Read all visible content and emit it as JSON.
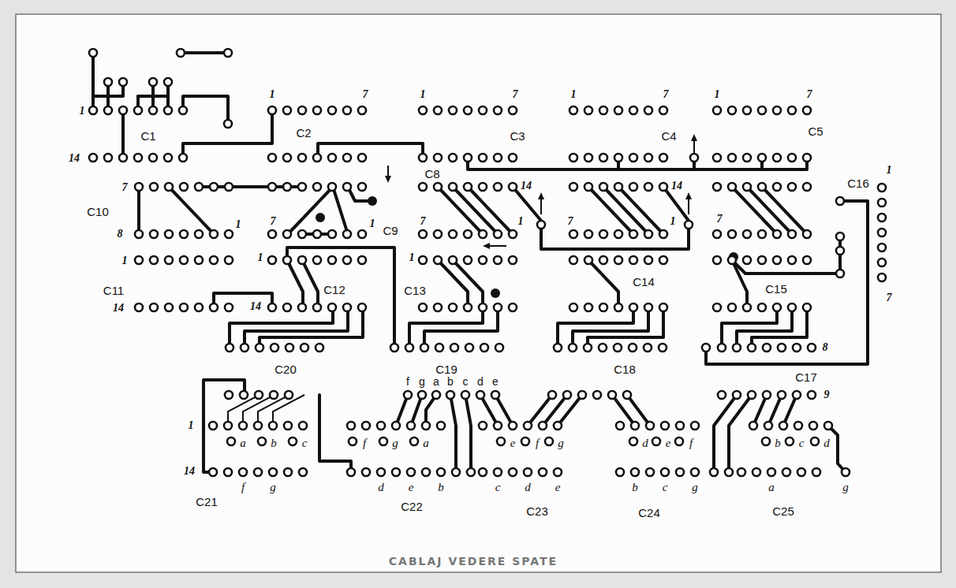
{
  "diagram": {
    "caption": "CABLAJ VEDERE SPATE",
    "labels": [
      "1",
      "14",
      "C1",
      "1",
      "7",
      "C2",
      "1",
      "7",
      "C3",
      "1",
      "7",
      "C4",
      "1",
      "7",
      "C5",
      "7",
      "C10",
      "8",
      "1",
      "7",
      "1",
      "C9",
      "C8",
      "14",
      "7",
      "1",
      "7",
      "1",
      "14",
      "7",
      "C16",
      "1",
      "7",
      "1",
      "C11",
      "14",
      "1",
      "C12",
      "14",
      "1",
      "C13",
      "C14",
      "C15",
      "C20",
      "C19",
      "C18",
      "8",
      "C17",
      "f",
      "g",
      "a",
      "b",
      "c",
      "d",
      "e",
      "9",
      "1",
      "a",
      "b",
      "c",
      "14",
      "C21",
      "f",
      "g",
      "f",
      "g",
      "a",
      "d",
      "e",
      "b",
      "C22",
      "e",
      "f",
      "g",
      "c",
      "d",
      "e",
      "C23",
      "d",
      "e",
      "f",
      "b",
      "c",
      "g",
      "C24",
      "b",
      "c",
      "d",
      "a",
      "g",
      "C25"
    ]
  }
}
